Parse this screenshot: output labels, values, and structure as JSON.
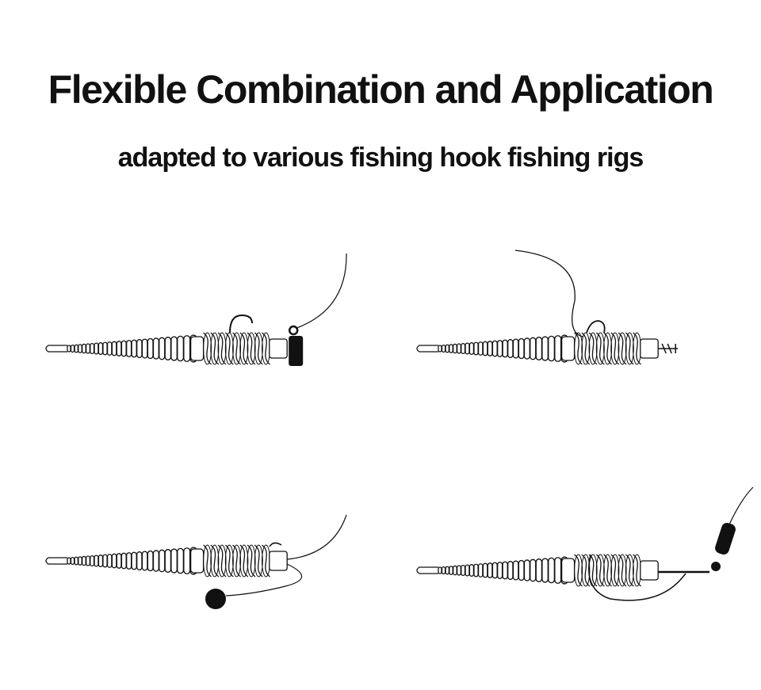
{
  "header": {
    "title": "Flexible Combination and Application",
    "subtitle": "adapted to various fishing hook fishing rigs"
  },
  "rigs": [
    {
      "name": "jig-head-rig"
    },
    {
      "name": "texas-rig"
    },
    {
      "name": "drop-shot-rig"
    },
    {
      "name": "weighted-hook-rig"
    }
  ],
  "colors": {
    "ink": "#111111",
    "background": "#ffffff"
  }
}
